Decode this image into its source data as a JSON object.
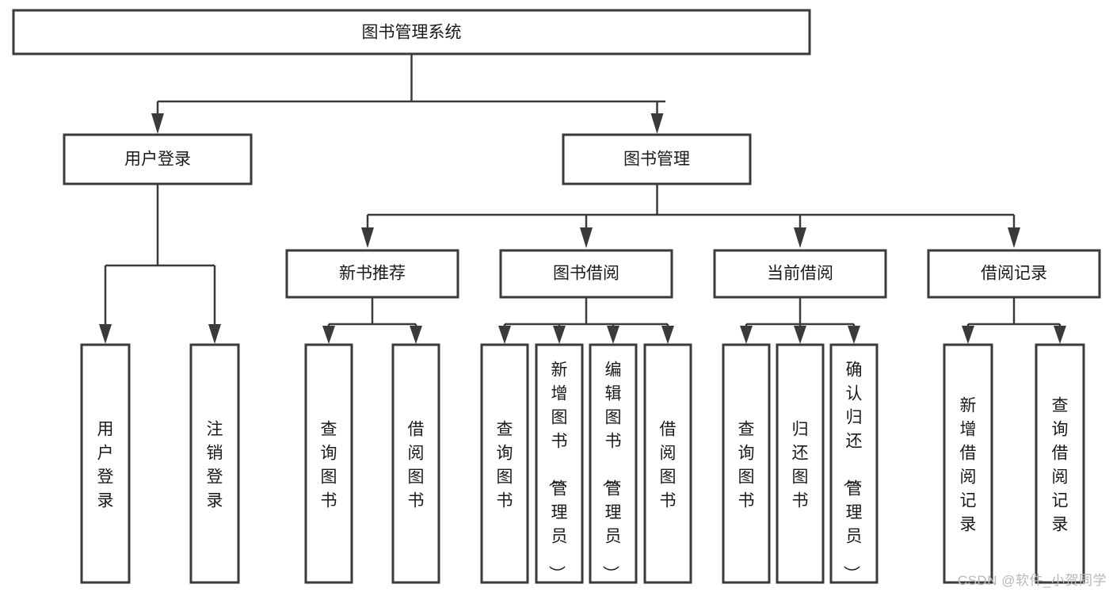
{
  "diagram": {
    "title": "图书管理系统",
    "type": "hierarchy-tree",
    "root": {
      "label": "图书管理系统",
      "orientation": "horizontal"
    },
    "level2": [
      {
        "label": "用户登录"
      },
      {
        "label": "图书管理"
      }
    ],
    "level3": [
      {
        "label": "新书推荐"
      },
      {
        "label": "图书借阅"
      },
      {
        "label": "当前借阅"
      },
      {
        "label": "借阅记录"
      }
    ],
    "leaves": {
      "user_login": [
        {
          "label": "用户登录"
        },
        {
          "label": "注销登录"
        }
      ],
      "new_book_recommend": [
        {
          "label": "查询图书"
        },
        {
          "label": "借阅图书"
        }
      ],
      "book_borrow": [
        {
          "label": "查询图书"
        },
        {
          "label": "新增图书（管理员）"
        },
        {
          "label": "编辑图书（管理员）"
        },
        {
          "label": "借阅图书"
        }
      ],
      "current_borrow": [
        {
          "label": "查询图书"
        },
        {
          "label": "归还图书"
        },
        {
          "label": "确认归还（管理员）"
        }
      ],
      "borrow_record": [
        {
          "label": "新增借阅记录"
        },
        {
          "label": "查询借阅记录"
        }
      ]
    }
  },
  "watermark": {
    "text": "CSDN @软件_小贺同学"
  },
  "colors": {
    "box_stroke": "#3a3a3a",
    "box_fill": "#ffffff",
    "text": "#1a1a1a",
    "connector": "#3a3a3a",
    "watermark": "#b8b8b8",
    "background": "#ffffff"
  }
}
